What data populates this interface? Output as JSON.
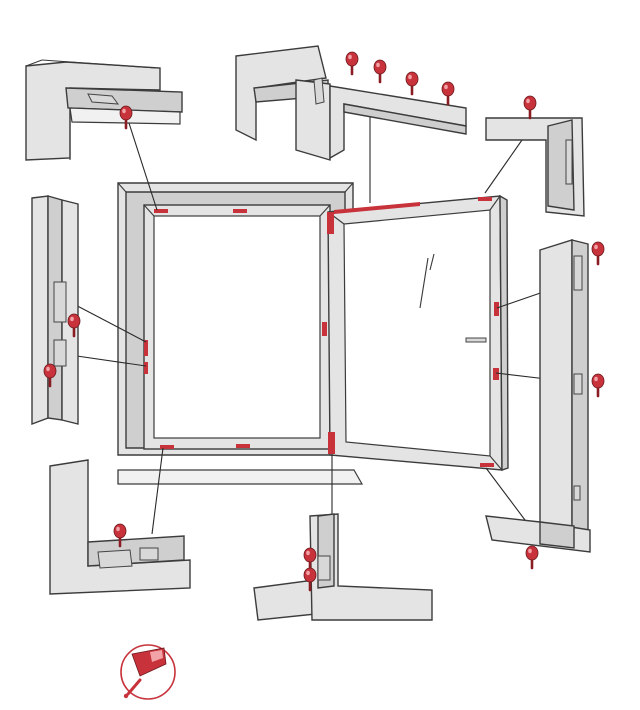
{
  "colors": {
    "lubrication_point": "#c7323b",
    "frame": "#e4e4e4",
    "frame_shadow": "#cfcfcf",
    "outline": "#3c3c3c",
    "background": "#ffffff"
  },
  "icons": {
    "legend_symbol": "oil-can-icon",
    "callout_marker": "lubrication-pin-icon"
  },
  "detail_views": [
    "top-left-corner-detail",
    "top-center-hinge-detail",
    "top-right-corner-detail",
    "left-side-locking-detail",
    "right-side-locking-detail",
    "bottom-left-corner-detail",
    "bottom-center-hinge-detail",
    "bottom-right-corner-detail"
  ]
}
